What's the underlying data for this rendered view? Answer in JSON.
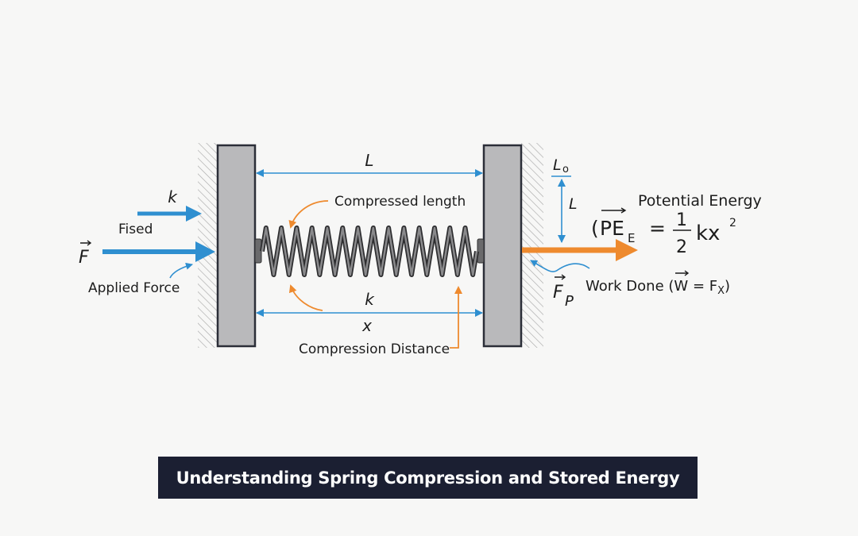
{
  "diagram": {
    "caption": "Understanding Spring Compression and Stored Energy",
    "colors": {
      "blue": "#2f8fd0",
      "orange": "#ee8a2e",
      "plate": "#b9b9bb",
      "plate_border": "#2b2e38",
      "spring": "#5a5a5c",
      "caption_bg": "#1b1f32"
    },
    "labels": {
      "k_top_left": "k",
      "fised": "Fised",
      "force_vector": "F",
      "applied_force": "Applied Force",
      "length_top": "L",
      "compressed_length": "Compressed length",
      "k_bottom": "k",
      "x_bottom": "x",
      "compression_distance": "Compression Distance",
      "L0": "L",
      "L0_sub": "o",
      "L_right": "L",
      "potential_energy": "Potential Energy",
      "pe_open": "(",
      "pe_symbol": "PE",
      "pe_sub": "E",
      "equals": "=",
      "frac_num": "1",
      "frac_den": "2",
      "kx": "kx",
      "sq": "2",
      "fp_vector": "F",
      "fp_sub": "P",
      "work_done_prefix": "Work Done (",
      "work_w": "W",
      "work_eq": " = F",
      "work_sub": "X",
      "work_close": ")"
    },
    "spring": {
      "coils": 14
    }
  }
}
